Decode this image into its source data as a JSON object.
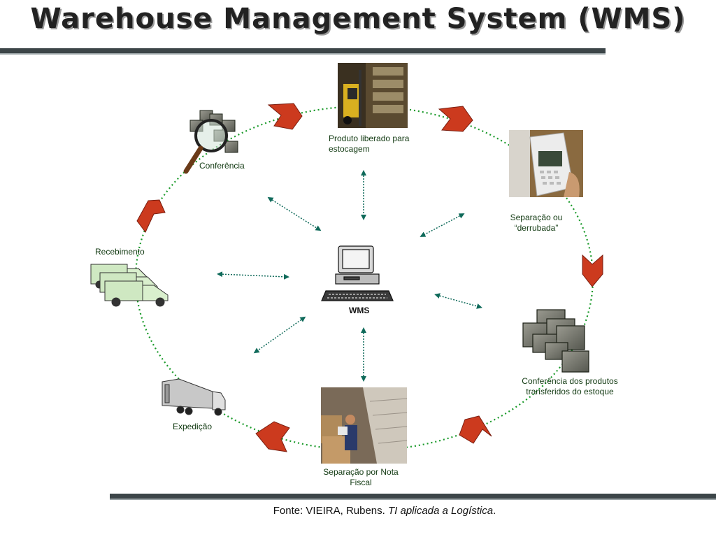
{
  "title": "Warehouse Management System (WMS)",
  "center_label": "WMS",
  "nodes": {
    "storage": "Produto liberado para estocagem",
    "picking": "Separação ou “derrubada”",
    "transfer_check": "Conferência dos produtos transferidos do estoque",
    "invoice_picking": "Separação por Nota Fiscal",
    "shipping": "Expedição",
    "receiving": "Recebimento",
    "checking": "Conferência"
  },
  "source": {
    "prefix": "Fonte: VIEIRA, Rubens. ",
    "work": "TI aplicada a Logística",
    "suffix": "."
  },
  "colors": {
    "cycle_line": "#1a9a2a",
    "arrow_fill": "#cc3a1e",
    "connector": "#0f6a5a",
    "rule": "#3c4548"
  }
}
